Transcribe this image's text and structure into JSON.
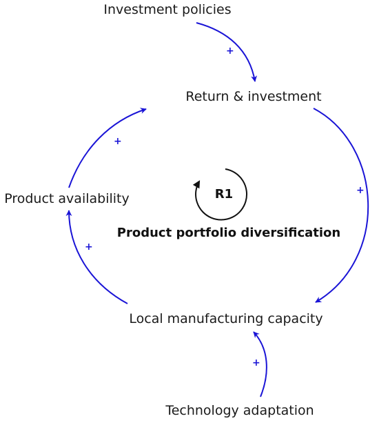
{
  "colors": {
    "link": "#1a14d6",
    "polarity": "#1a14d6",
    "loop_marker": "#111111",
    "text": "#1a1a1a"
  },
  "nodes": {
    "investment_policies": "Investment policies",
    "return_investment": "Return & investment",
    "product_availability": "Product availability",
    "local_manufacturing": "Local manufacturing capacity",
    "technology_adaptation": "Technology adaptation"
  },
  "links": [
    {
      "from": "Investment policies",
      "to": "Return & investment",
      "polarity": "+"
    },
    {
      "from": "Return & investment",
      "to": "Local manufacturing capacity",
      "polarity": "+"
    },
    {
      "from": "Local manufacturing capacity",
      "to": "Product availability",
      "polarity": "+"
    },
    {
      "from": "Product availability",
      "to": "Return & investment",
      "polarity": "+"
    },
    {
      "from": "Technology adaptation",
      "to": "Local manufacturing capacity",
      "polarity": "+"
    }
  ],
  "loop": {
    "id": "R1",
    "name": "Product portfolio diversification"
  }
}
